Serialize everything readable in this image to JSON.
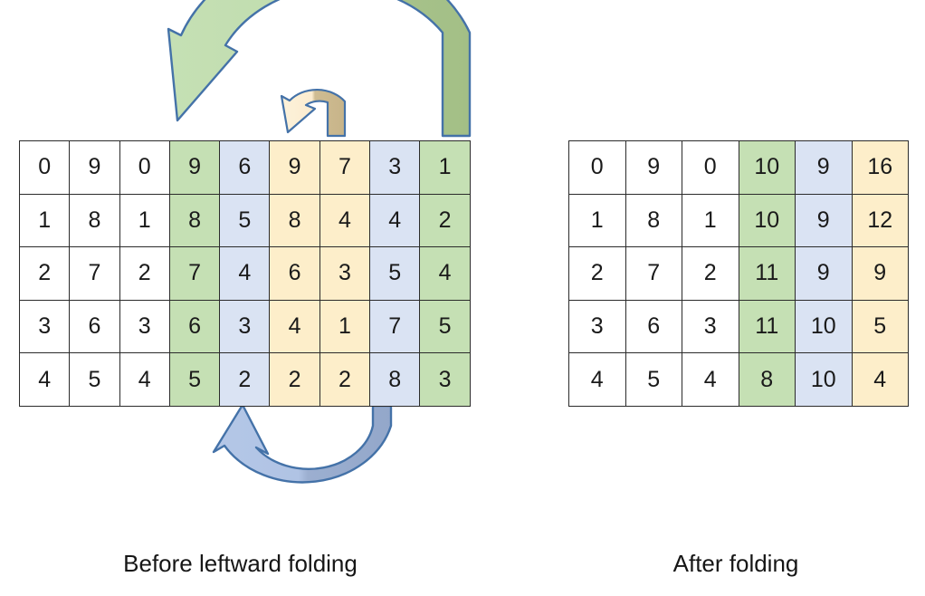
{
  "diagram": {
    "title_semantics": "matrix leftward folding illustration",
    "colors": {
      "green_fill": "#c5e0b4",
      "green_dark": "#a9c08d",
      "blue_fill": "#dae3f3",
      "blue_light_arrow": "#b4c7e7",
      "blue_dark_arrow": "#9eb0d0",
      "yellow_fill": "#fdeeca",
      "yellow_dark_arrow": "#ccba8e",
      "arrow_stroke": "#4472a8",
      "cell_border": "#2b2b2b",
      "text": "#1a1a1a"
    }
  },
  "left_table": {
    "caption": "Before leftward folding",
    "column_colors": [
      "white",
      "white",
      "white",
      "green",
      "blue",
      "yellow",
      "yellow",
      "blue",
      "green"
    ],
    "rows": [
      [
        "0",
        "9",
        "0",
        "9",
        "6",
        "9",
        "7",
        "3",
        "1"
      ],
      [
        "1",
        "8",
        "1",
        "8",
        "5",
        "8",
        "4",
        "4",
        "2"
      ],
      [
        "2",
        "7",
        "2",
        "7",
        "4",
        "6",
        "3",
        "5",
        "4"
      ],
      [
        "3",
        "6",
        "3",
        "6",
        "3",
        "4",
        "1",
        "7",
        "5"
      ],
      [
        "4",
        "5",
        "4",
        "5",
        "2",
        "2",
        "2",
        "8",
        "3"
      ]
    ]
  },
  "right_table": {
    "caption": "After folding",
    "column_colors": [
      "white",
      "white",
      "white",
      "green",
      "blue",
      "yellow"
    ],
    "rows": [
      [
        "0",
        "9",
        "0",
        "10",
        "9",
        "16"
      ],
      [
        "1",
        "8",
        "1",
        "10",
        "9",
        "12"
      ],
      [
        "2",
        "7",
        "2",
        "11",
        "9",
        "9"
      ],
      [
        "3",
        "6",
        "3",
        "11",
        "10",
        "5"
      ],
      [
        "4",
        "5",
        "4",
        "8",
        "10",
        "4"
      ]
    ]
  },
  "arrows": [
    {
      "name": "green-fold-arrow",
      "direction": "leftward-over-top",
      "from_column": 9,
      "to_column": 4,
      "color": "#c5e0b4"
    },
    {
      "name": "yellow-fold-arrow",
      "direction": "leftward-over-top",
      "from_column": 7,
      "to_column": 6,
      "color": "#fdeeca"
    },
    {
      "name": "blue-fold-arrow",
      "direction": "leftward-under-bottom",
      "from_column": 8,
      "to_column": 5,
      "color": "#b4c7e7"
    }
  ]
}
